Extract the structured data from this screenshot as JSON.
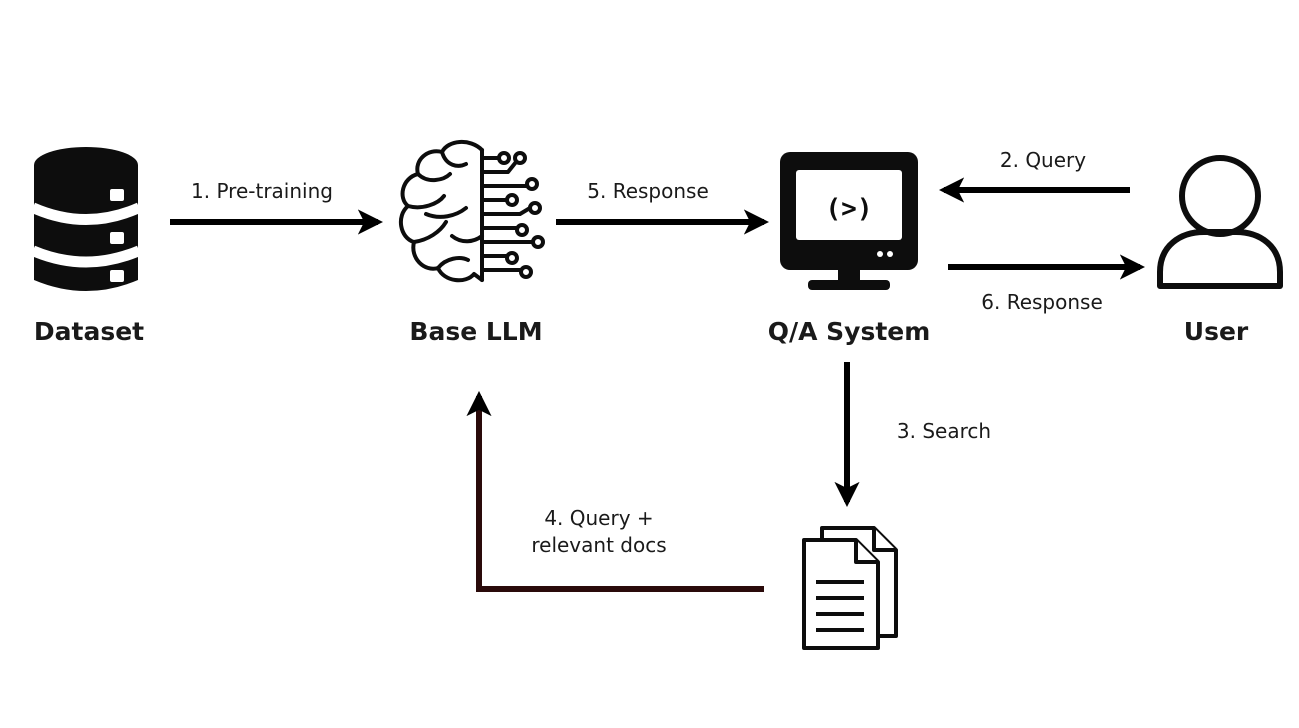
{
  "nodes": {
    "dataset": {
      "label": "Dataset",
      "icon": "database-icon"
    },
    "base_llm": {
      "label": "Base LLM",
      "icon": "brain-circuit-icon"
    },
    "qa_system": {
      "label": "Q/A System",
      "icon": "monitor-terminal-icon"
    },
    "user": {
      "label": "User",
      "icon": "user-icon"
    },
    "docs": {
      "icon": "documents-icon"
    }
  },
  "edges": {
    "pretraining": {
      "label": "1. Pre-training"
    },
    "query": {
      "label": "2. Query"
    },
    "search": {
      "label": "3. Search"
    },
    "query_docs": {
      "label_line1": "4. Query +",
      "label_line2": "relevant docs"
    },
    "response_llm": {
      "label": "5. Response"
    },
    "response_user": {
      "label": "6. Response"
    }
  },
  "colors": {
    "arrow": "#000000",
    "docs_arrow": "#2a0a0a",
    "icon": "#0d0d0d"
  }
}
